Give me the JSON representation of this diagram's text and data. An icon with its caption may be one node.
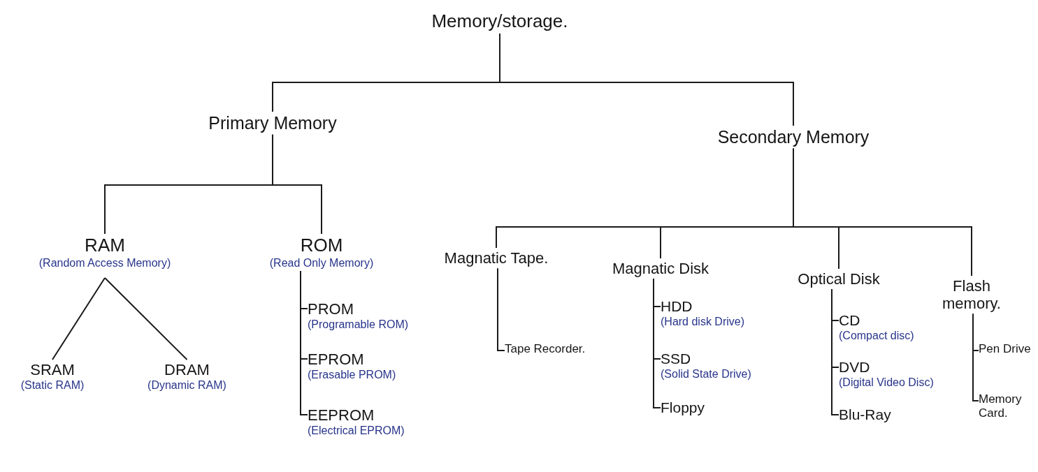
{
  "diagram": {
    "nodes": [
      {
        "text": [
          "Memory/storage."
        ]
      },
      {
        "text": [
          "Primary Memory"
        ]
      },
      {
        "text": [
          "Secondary Memory"
        ]
      },
      {
        "text": [
          "RAM",
          "(Random Access Memory)"
        ]
      },
      {
        "text": [
          "ROM",
          "(Read Only Memory)"
        ]
      },
      {
        "text": [
          "SRAM",
          "(Static RAM)"
        ]
      },
      {
        "text": [
          "DRAM",
          "(Dynamic RAM)"
        ]
      },
      {
        "text": [
          "PROM",
          "(Programable ROM)"
        ]
      },
      {
        "text": [
          "EPROM",
          "(Erasable PROM)"
        ]
      },
      {
        "text": [
          "EEPROM",
          "(Electrical EPROM)"
        ]
      },
      {
        "text": [
          "Magnatic Tape."
        ]
      },
      {
        "text": [
          "Magnatic Disk"
        ]
      },
      {
        "text": [
          "Optical Disk"
        ]
      },
      {
        "text": [
          "Flash memory."
        ]
      },
      {
        "text": [
          "Tape Recorder."
        ]
      },
      {
        "text": [
          "HDD",
          "(Hard disk Drive)"
        ]
      },
      {
        "text": [
          "SSD",
          "(Solid State Drive)"
        ]
      },
      {
        "text": [
          "Floppy"
        ]
      },
      {
        "text": [
          "CD",
          "(Compact disc)"
        ]
      },
      {
        "text": [
          "DVD",
          "(Digital Video Disc)"
        ]
      },
      {
        "text": [
          "Blu-Ray"
        ]
      },
      {
        "text": [
          "Pen Drive"
        ]
      },
      {
        "text": [
          "Memory Card."
        ]
      }
    ],
    "edges": [
      {
        "from": 0,
        "to": 1,
        "arrow": "none"
      },
      {
        "from": 0,
        "to": 2,
        "arrow": "none"
      },
      {
        "from": 1,
        "to": 3,
        "arrow": "none"
      },
      {
        "from": 1,
        "to": 4,
        "arrow": "none"
      },
      {
        "from": 3,
        "to": 5,
        "arrow": "none"
      },
      {
        "from": 3,
        "to": 6,
        "arrow": "none"
      },
      {
        "from": 4,
        "to": 7,
        "arrow": "none"
      },
      {
        "from": 4,
        "to": 8,
        "arrow": "none"
      },
      {
        "from": 4,
        "to": 9,
        "arrow": "none"
      },
      {
        "from": 2,
        "to": 10,
        "arrow": "none"
      },
      {
        "from": 2,
        "to": 11,
        "arrow": "none"
      },
      {
        "from": 2,
        "to": 12,
        "arrow": "none"
      },
      {
        "from": 2,
        "to": 13,
        "arrow": "none"
      },
      {
        "from": 10,
        "to": 14,
        "arrow": "none"
      },
      {
        "from": 11,
        "to": 15,
        "arrow": "none"
      },
      {
        "from": 11,
        "to": 16,
        "arrow": "none"
      },
      {
        "from": 11,
        "to": 17,
        "arrow": "none"
      },
      {
        "from": 12,
        "to": 18,
        "arrow": "none"
      },
      {
        "from": 12,
        "to": 19,
        "arrow": "none"
      },
      {
        "from": 12,
        "to": 20,
        "arrow": "none"
      },
      {
        "from": 13,
        "to": 21,
        "arrow": "none"
      },
      {
        "from": 13,
        "to": 22,
        "arrow": "none"
      }
    ]
  }
}
